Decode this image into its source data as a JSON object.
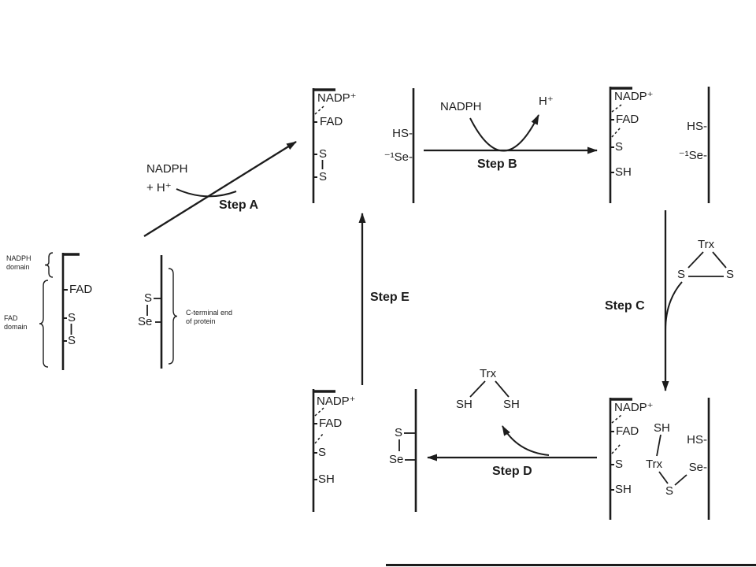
{
  "figure": {
    "background": "#ffffff",
    "ink": "#1c1c1c"
  },
  "start_enzyme": {
    "nadph_domain": "NADPH domain",
    "fad_domain": "FAD domain",
    "fad": "FAD",
    "s_upper": "S",
    "s_lower": "S",
    "cterm_s": "S",
    "cterm_se": "Se",
    "cterm_label": "C-terminal end of protein"
  },
  "step_a": {
    "label": "Step A",
    "reagent_top": "NADPH",
    "reagent_bottom": "+ H⁺"
  },
  "state_after_a": {
    "nadp": "NADP⁺",
    "fad": "FAD",
    "s_upper": "S",
    "s_lower": "S",
    "hs": "HS-",
    "se": "⁻¹Se-"
  },
  "step_b": {
    "label": "Step B",
    "reagent": "NADPH",
    "byproduct": "H⁺"
  },
  "state_after_b": {
    "nadp": "NADP⁺",
    "fad": "FAD",
    "s": "S",
    "sh": "SH",
    "hs": "HS-",
    "se": "⁻¹Se-"
  },
  "step_c": {
    "label": "Step C",
    "trx": "Trx",
    "s_left": "S",
    "s_right": "S"
  },
  "state_after_c": {
    "nadp": "NADP⁺",
    "fad": "FAD",
    "s": "S",
    "sh": "SH",
    "trx_sh": "SH",
    "trx": "Trx",
    "trx_s": "S",
    "hs": "HS-",
    "se": "Se-"
  },
  "step_d": {
    "label": "Step D",
    "trx": "Trx",
    "sh_left": "SH",
    "sh_right": "SH"
  },
  "state_after_d": {
    "nadp": "NADP⁺",
    "fad": "FAD",
    "s": "S",
    "sh": "SH",
    "cterm_s": "S",
    "cterm_se": "Se"
  },
  "step_e": {
    "label": "Step E"
  }
}
